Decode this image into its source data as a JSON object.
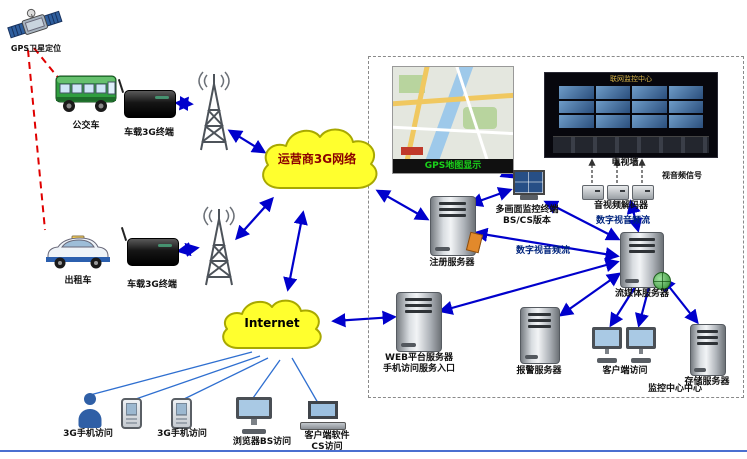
{
  "meta": {
    "type": "network-architecture-diagram",
    "language": "zh-CN"
  },
  "colors": {
    "arrow_blue": "#0000cc",
    "gps_dashed_red": "#e00000",
    "cloud_yellow": "#ffff2e",
    "map_caption_green": "#1ad11a"
  },
  "vehicles": {
    "satellite_label": "GPS卫星定位",
    "bus_label": "公交车",
    "bus_terminal_label": "车载3G终端",
    "taxi_label": "出租车",
    "taxi_terminal_label": "车载3G终端"
  },
  "networks": {
    "carrier_3g_label": "运营商3G网络",
    "internet_label": "Internet"
  },
  "monitoring_center": {
    "map_caption": "GPS地图显示",
    "tv_wall_label": "电视墙",
    "tv_wall_screen_title": "联网监控中心",
    "multi_screen_terminal_line1": "多画面监控终端",
    "multi_screen_terminal_line2": "BS/CS版本",
    "register_server_label": "注册服务器",
    "decoder_label": "音视频解码器",
    "av_signal_label": "视音频信号",
    "digital_stream_label_1": "数字视音频流",
    "digital_stream_label_2": "数字视音频流",
    "media_server_label": "流媒体服务器",
    "web_server_line1": "WEB平台服务器",
    "web_server_line2": "手机访问服务入口",
    "alarm_server_label": "报警服务器",
    "client_access_label": "客户端访问",
    "storage_server_label": "存储服务器",
    "center_label": "监控中心中心"
  },
  "public_access": {
    "phone_access_1_label": "3G手机访问",
    "phone_access_2_label": "3G手机访问",
    "browser_access_label": "浏览器BS访问",
    "client_software_line1": "客户端软件",
    "client_software_line2": "CS访问"
  }
}
